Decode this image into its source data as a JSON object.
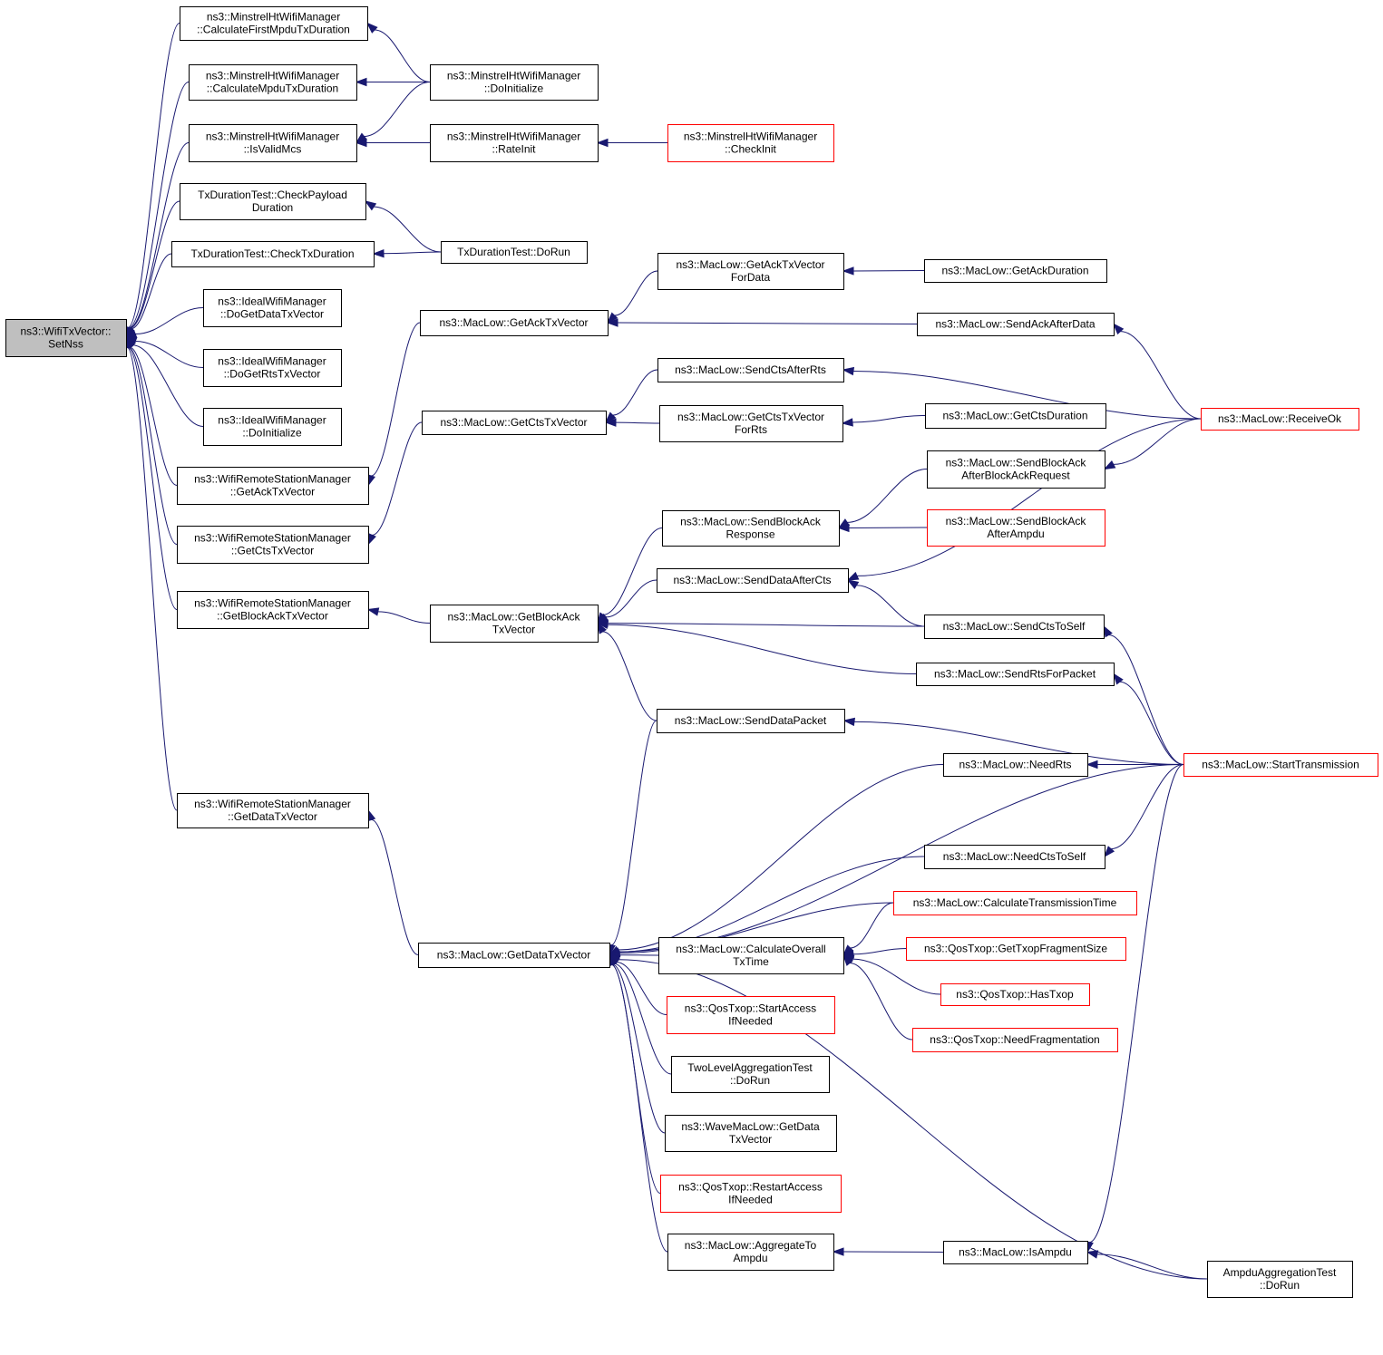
{
  "graph": {
    "edge_color": "#191970",
    "truncated_border_color": "#ff0000",
    "focus_fill": "#bfbfbf",
    "nodes": [
      {
        "id": "setnss",
        "lines": [
          "ns3::WifiTxVector::",
          "SetNss"
        ],
        "focus": true
      },
      {
        "id": "mhw_calcfirst",
        "lines": [
          "ns3::MinstrelHtWifiManager",
          "::CalculateFirstMpduTxDuration"
        ]
      },
      {
        "id": "mhw_calcmpdu",
        "lines": [
          "ns3::MinstrelHtWifiManager",
          "::CalculateMpduTxDuration"
        ]
      },
      {
        "id": "mhw_isvalid",
        "lines": [
          "ns3::MinstrelHtWifiManager",
          "::IsValidMcs"
        ]
      },
      {
        "id": "txd_checkpayload",
        "lines": [
          "TxDurationTest::CheckPayload",
          "Duration"
        ]
      },
      {
        "id": "txd_checktx",
        "lines": [
          "TxDurationTest::CheckTxDuration"
        ]
      },
      {
        "id": "iw_dogetdata",
        "lines": [
          "ns3::IdealWifiManager",
          "::DoGetDataTxVector"
        ]
      },
      {
        "id": "iw_dogetrts",
        "lines": [
          "ns3::IdealWifiManager",
          "::DoGetRtsTxVector"
        ]
      },
      {
        "id": "iw_doinit",
        "lines": [
          "ns3::IdealWifiManager",
          "::DoInitialize"
        ]
      },
      {
        "id": "wrsm_ack",
        "lines": [
          "ns3::WifiRemoteStationManager",
          "::GetAckTxVector"
        ]
      },
      {
        "id": "wrsm_cts",
        "lines": [
          "ns3::WifiRemoteStationManager",
          "::GetCtsTxVector"
        ]
      },
      {
        "id": "wrsm_blockack",
        "lines": [
          "ns3::WifiRemoteStationManager",
          "::GetBlockAckTxVector"
        ]
      },
      {
        "id": "wrsm_data",
        "lines": [
          "ns3::WifiRemoteStationManager",
          "::GetDataTxVector"
        ]
      },
      {
        "id": "mhw_doinit",
        "lines": [
          "ns3::MinstrelHtWifiManager",
          "::DoInitialize"
        ]
      },
      {
        "id": "mhw_rateinit",
        "lines": [
          "ns3::MinstrelHtWifiManager",
          "::RateInit"
        ]
      },
      {
        "id": "mhw_checkinit",
        "lines": [
          "ns3::MinstrelHtWifiManager",
          "::CheckInit"
        ],
        "truncated": true
      },
      {
        "id": "txd_dorun",
        "lines": [
          "TxDurationTest::DoRun"
        ]
      },
      {
        "id": "ml_getack",
        "lines": [
          "ns3::MacLow::GetAckTxVector"
        ]
      },
      {
        "id": "ml_getcts",
        "lines": [
          "ns3::MacLow::GetCtsTxVector"
        ]
      },
      {
        "id": "ml_getblockack",
        "lines": [
          "ns3::MacLow::GetBlockAck",
          "TxVector"
        ]
      },
      {
        "id": "ml_getdata",
        "lines": [
          "ns3::MacLow::GetDataTxVector"
        ]
      },
      {
        "id": "ml_getackfordata",
        "lines": [
          "ns3::MacLow::GetAckTxVector",
          "ForData"
        ]
      },
      {
        "id": "ml_sendctsafterrts",
        "lines": [
          "ns3::MacLow::SendCtsAfterRts"
        ]
      },
      {
        "id": "ml_getctsforrts",
        "lines": [
          "ns3::MacLow::GetCtsTxVector",
          "ForRts"
        ]
      },
      {
        "id": "ml_sendblockackresp",
        "lines": [
          "ns3::MacLow::SendBlockAck",
          "Response"
        ]
      },
      {
        "id": "ml_senddataaftercts",
        "lines": [
          "ns3::MacLow::SendDataAfterCts"
        ]
      },
      {
        "id": "ml_senddatapacket",
        "lines": [
          "ns3::MacLow::SendDataPacket"
        ]
      },
      {
        "id": "ml_calcoverall",
        "lines": [
          "ns3::MacLow::CalculateOverall",
          "TxTime"
        ]
      },
      {
        "id": "qt_startaccess",
        "lines": [
          "ns3::QosTxop::StartAccess",
          "IfNeeded"
        ],
        "truncated": true
      },
      {
        "id": "tla_dorun",
        "lines": [
          "TwoLevelAggregationTest",
          "::DoRun"
        ]
      },
      {
        "id": "wml_getdata",
        "lines": [
          "ns3::WaveMacLow::GetData",
          "TxVector"
        ]
      },
      {
        "id": "qt_restartaccess",
        "lines": [
          "ns3::QosTxop::RestartAccess",
          "IfNeeded"
        ],
        "truncated": true
      },
      {
        "id": "ml_aggregate",
        "lines": [
          "ns3::MacLow::AggregateTo",
          "Ampdu"
        ]
      },
      {
        "id": "ml_getackduration",
        "lines": [
          "ns3::MacLow::GetAckDuration"
        ]
      },
      {
        "id": "ml_sendackafterdata",
        "lines": [
          "ns3::MacLow::SendAckAfterData"
        ]
      },
      {
        "id": "ml_getctsduration",
        "lines": [
          "ns3::MacLow::GetCtsDuration"
        ]
      },
      {
        "id": "ml_sendblockackafterreq",
        "lines": [
          "ns3::MacLow::SendBlockAck",
          "AfterBlockAckRequest"
        ]
      },
      {
        "id": "ml_sendblockackafterampdu",
        "lines": [
          "ns3::MacLow::SendBlockAck",
          "AfterAmpdu"
        ],
        "truncated": true
      },
      {
        "id": "ml_sendctstoself",
        "lines": [
          "ns3::MacLow::SendCtsToSelf"
        ]
      },
      {
        "id": "ml_sendrtsforpacket",
        "lines": [
          "ns3::MacLow::SendRtsForPacket"
        ]
      },
      {
        "id": "ml_needrts",
        "lines": [
          "ns3::MacLow::NeedRts"
        ]
      },
      {
        "id": "ml_needctstoself",
        "lines": [
          "ns3::MacLow::NeedCtsToSelf"
        ]
      },
      {
        "id": "ml_calctransmission",
        "lines": [
          "ns3::MacLow::CalculateTransmissionTime"
        ],
        "truncated": true
      },
      {
        "id": "qt_gettxopfrag",
        "lines": [
          "ns3::QosTxop::GetTxopFragmentSize"
        ],
        "truncated": true
      },
      {
        "id": "qt_hastxop",
        "lines": [
          "ns3::QosTxop::HasTxop"
        ],
        "truncated": true
      },
      {
        "id": "qt_needfrag",
        "lines": [
          "ns3::QosTxop::NeedFragmentation"
        ],
        "truncated": true
      },
      {
        "id": "ml_isampdu",
        "lines": [
          "ns3::MacLow::IsAmpdu"
        ]
      },
      {
        "id": "ml_receiveok",
        "lines": [
          "ns3::MacLow::ReceiveOk"
        ],
        "truncated": true
      },
      {
        "id": "ml_starttx",
        "lines": [
          "ns3::MacLow::StartTransmission"
        ],
        "truncated": true
      },
      {
        "id": "aat_dorun",
        "lines": [
          "AmpduAggregationTest",
          "::DoRun"
        ]
      }
    ],
    "edges": [
      [
        "mhw_calcfirst",
        "setnss"
      ],
      [
        "mhw_calcmpdu",
        "setnss"
      ],
      [
        "mhw_isvalid",
        "setnss"
      ],
      [
        "txd_checkpayload",
        "setnss"
      ],
      [
        "txd_checktx",
        "setnss"
      ],
      [
        "iw_dogetdata",
        "setnss"
      ],
      [
        "iw_dogetrts",
        "setnss"
      ],
      [
        "iw_doinit",
        "setnss"
      ],
      [
        "wrsm_ack",
        "setnss"
      ],
      [
        "wrsm_cts",
        "setnss"
      ],
      [
        "wrsm_blockack",
        "setnss"
      ],
      [
        "wrsm_data",
        "setnss"
      ],
      [
        "mhw_doinit",
        "mhw_calcfirst"
      ],
      [
        "mhw_doinit",
        "mhw_calcmpdu"
      ],
      [
        "mhw_doinit",
        "mhw_isvalid"
      ],
      [
        "mhw_rateinit",
        "mhw_isvalid"
      ],
      [
        "mhw_checkinit",
        "mhw_rateinit"
      ],
      [
        "txd_dorun",
        "txd_checkpayload"
      ],
      [
        "txd_dorun",
        "txd_checktx"
      ],
      [
        "ml_getack",
        "wrsm_ack"
      ],
      [
        "ml_getcts",
        "wrsm_cts"
      ],
      [
        "ml_getblockack",
        "wrsm_blockack"
      ],
      [
        "ml_getdata",
        "wrsm_data"
      ],
      [
        "ml_getackfordata",
        "ml_getack"
      ],
      [
        "ml_sendackafterdata",
        "ml_getack"
      ],
      [
        "ml_getackduration",
        "ml_getackfordata"
      ],
      [
        "ml_receiveok",
        "ml_sendackafterdata"
      ],
      [
        "ml_sendctsafterrts",
        "ml_getcts"
      ],
      [
        "ml_getctsforrts",
        "ml_getcts"
      ],
      [
        "ml_receiveok",
        "ml_sendctsafterrts"
      ],
      [
        "ml_getctsduration",
        "ml_getctsforrts"
      ],
      [
        "ml_sendblockackresp",
        "ml_getblockack"
      ],
      [
        "ml_senddataaftercts",
        "ml_getblockack"
      ],
      [
        "ml_sendctstoself",
        "ml_getblockack"
      ],
      [
        "ml_sendrtsforpacket",
        "ml_getblockack"
      ],
      [
        "ml_senddatapacket",
        "ml_getblockack"
      ],
      [
        "ml_sendblockackafterreq",
        "ml_sendblockackresp"
      ],
      [
        "ml_sendblockackafterampdu",
        "ml_sendblockackresp"
      ],
      [
        "ml_receiveok",
        "ml_sendblockackafterreq"
      ],
      [
        "ml_receiveok",
        "ml_senddataaftercts"
      ],
      [
        "ml_sendctstoself",
        "ml_senddataaftercts"
      ],
      [
        "ml_starttx",
        "ml_sendctstoself"
      ],
      [
        "ml_starttx",
        "ml_sendrtsforpacket"
      ],
      [
        "ml_starttx",
        "ml_senddatapacket"
      ],
      [
        "ml_senddatapacket",
        "ml_getdata"
      ],
      [
        "ml_needrts",
        "ml_getdata"
      ],
      [
        "ml_starttx",
        "ml_getdata"
      ],
      [
        "ml_needctstoself",
        "ml_getdata"
      ],
      [
        "ml_calctransmission",
        "ml_getdata"
      ],
      [
        "ml_calcoverall",
        "ml_getdata"
      ],
      [
        "qt_startaccess",
        "ml_getdata"
      ],
      [
        "tla_dorun",
        "ml_getdata"
      ],
      [
        "wml_getdata",
        "ml_getdata"
      ],
      [
        "qt_restartaccess",
        "ml_getdata"
      ],
      [
        "ml_aggregate",
        "ml_getdata"
      ],
      [
        "aat_dorun",
        "ml_getdata"
      ],
      [
        "ml_starttx",
        "ml_needrts"
      ],
      [
        "ml_starttx",
        "ml_needctstoself"
      ],
      [
        "ml_calctransmission",
        "ml_calcoverall"
      ],
      [
        "qt_gettxopfrag",
        "ml_calcoverall"
      ],
      [
        "qt_hastxop",
        "ml_calcoverall"
      ],
      [
        "qt_needfrag",
        "ml_calcoverall"
      ],
      [
        "ml_isampdu",
        "ml_aggregate"
      ],
      [
        "ml_starttx",
        "ml_isampdu"
      ],
      [
        "aat_dorun",
        "ml_isampdu"
      ]
    ]
  }
}
